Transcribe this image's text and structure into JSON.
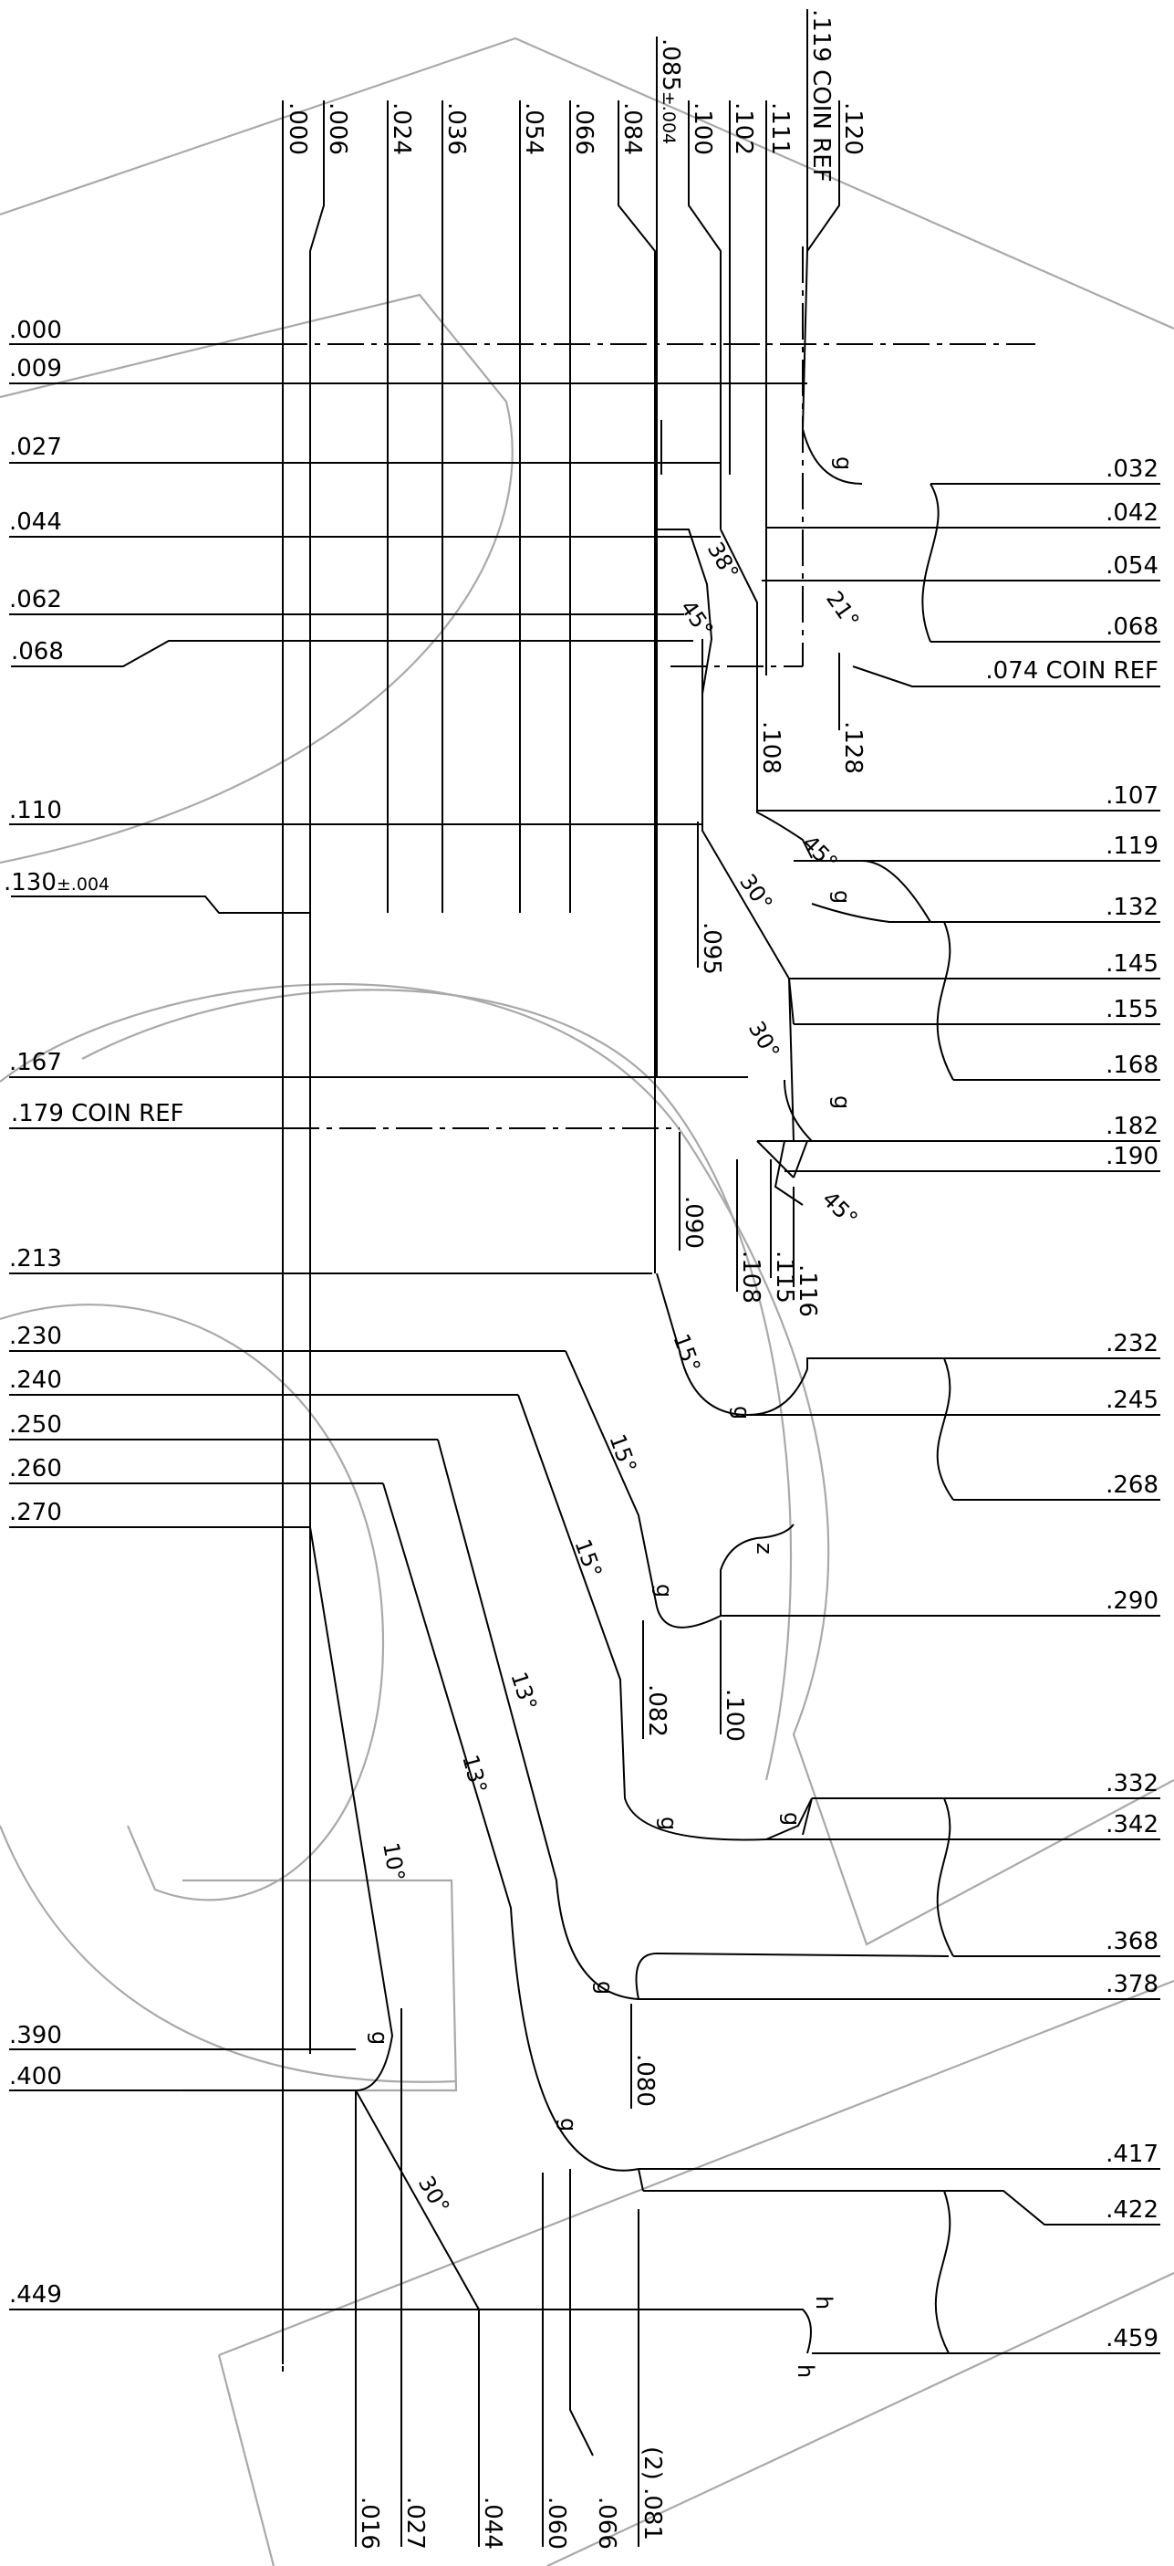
{
  "left_dims": [
    ".000",
    ".009",
    ".027",
    ".044",
    ".062",
    ".068",
    ".110",
    ".130",
    ".167",
    ".179 COIN REF",
    ".213",
    ".230",
    ".240",
    ".250",
    ".260",
    ".270",
    ".390",
    ".400",
    ".449"
  ],
  "left_tol": "±.004",
  "right_dims": [
    ".032",
    ".042",
    ".054",
    ".068",
    ".074 COIN REF",
    ".107",
    ".119",
    ".132",
    ".145",
    ".155",
    ".168",
    ".182",
    ".190",
    ".232",
    ".245",
    ".268",
    ".290",
    ".332",
    ".342",
    ".368",
    ".378",
    ".417",
    ".422",
    ".459"
  ],
  "top_dims": [
    ".000",
    ".006",
    ".024",
    ".036",
    ".054",
    ".066",
    ".084",
    ".085",
    ".100",
    ".102",
    ".111",
    ".119 COIN REF",
    ".120"
  ],
  "top_tol": "±.004",
  "bottom_dims": [
    ".016",
    ".027",
    ".044",
    ".060",
    ".066",
    "(2) .081"
  ],
  "inner_dims": [
    ".108",
    ".128",
    ".095",
    ".090",
    ".108",
    ".115",
    ".116",
    ".082",
    ".100",
    ".080"
  ],
  "angles": [
    "38°",
    "45°",
    "21°",
    "45°",
    "30°",
    "30°",
    "45°",
    "15°",
    "15°",
    "15°",
    "13°",
    "13°",
    "10°",
    "30°"
  ],
  "radius_marks": [
    "g",
    "g",
    "g",
    "g",
    "z",
    "g",
    "g",
    "g",
    "g",
    "g",
    "g",
    "h",
    "h"
  ]
}
